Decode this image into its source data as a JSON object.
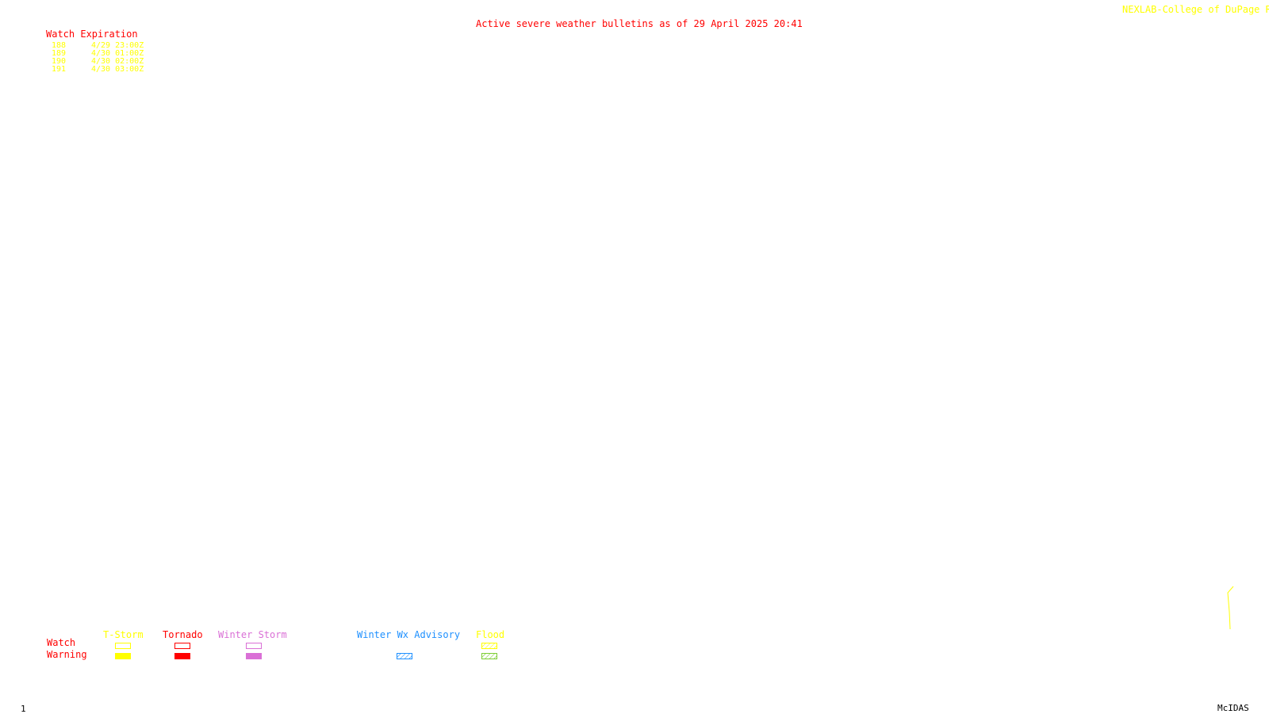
{
  "header": {
    "bulletin_title": "Active severe weather bulletins as of 29 April 2025 20:41",
    "credit": "NEXLAB-College of DuPage R"
  },
  "watch_table": {
    "heading": "Watch Expiration",
    "rows": [
      {
        "watch": "188",
        "expiration": "4/29 23:00Z"
      },
      {
        "watch": "189",
        "expiration": "4/30 01:00Z"
      },
      {
        "watch": "190",
        "expiration": "4/30 02:00Z"
      },
      {
        "watch": "191",
        "expiration": "4/30 03:00Z"
      }
    ]
  },
  "legend": {
    "row_labels": {
      "watch": "Watch",
      "warning": "Warning"
    },
    "categories": [
      {
        "label": "T-Storm",
        "color": "#ffff00",
        "watch_style": "outline",
        "warning_style": "filled"
      },
      {
        "label": "Tornado",
        "color": "#ff0000",
        "watch_style": "outline",
        "warning_style": "filled"
      },
      {
        "label": "Winter Storm",
        "color": "#da70d6",
        "watch_style": "outline",
        "warning_style": "filled"
      },
      {
        "label": "Winter Wx Advisory",
        "color": "#1e90ff",
        "watch_style": "none",
        "warning_style": "hatched"
      },
      {
        "label": "Flood",
        "color": "#ffff00",
        "watch_style": "hatched",
        "warning_style": "hatched",
        "warning_color": "#7ccd32"
      }
    ]
  },
  "footer": {
    "frame_number": "1",
    "software": "McIDAS"
  }
}
